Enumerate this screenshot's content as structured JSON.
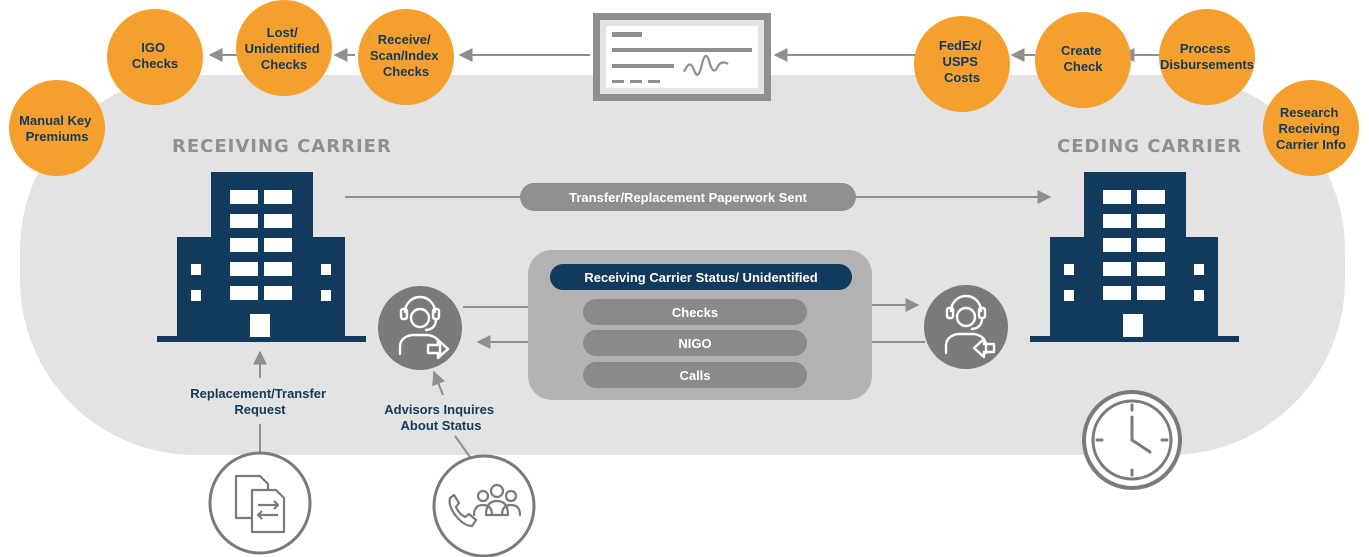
{
  "colors": {
    "orange": "#f5a02e",
    "navy": "#123a5c",
    "gray_panel": "#e3e3e3",
    "gray_mid": "#8f8f8f",
    "gray_dark": "#7a7a7a",
    "gray_status_panel": "#b3b3b3",
    "white": "#ffffff"
  },
  "receiving_side_steps": [
    {
      "lines": [
        "IGO",
        "Checks"
      ]
    },
    {
      "lines": [
        "Lost/",
        "Unidentified",
        "Checks"
      ]
    },
    {
      "lines": [
        "Receive/",
        "Scan/Index",
        "Checks"
      ]
    },
    {
      "lines": [
        "Manual Key",
        "Premiums"
      ]
    }
  ],
  "ceding_side_steps": [
    {
      "lines": [
        "FedEx/",
        "USPS",
        "Costs"
      ]
    },
    {
      "lines": [
        "Create",
        "Check"
      ]
    },
    {
      "lines": [
        "Process",
        "Disbursements"
      ]
    },
    {
      "lines": [
        "Research",
        "Receiving",
        "Carrier Info"
      ]
    }
  ],
  "receiving_carrier_title": "RECEIVING CARRIER",
  "ceding_carrier_title": "CEDING CARRIER",
  "paperwork_label": "Transfer/Replacement Paperwork Sent",
  "status_panel": {
    "header": "Receiving Carrier Status/ Unidentified",
    "items": [
      "Checks",
      "NIGO",
      "Calls"
    ]
  },
  "replacement_request_lines": [
    "Replacement/Transfer",
    "Request"
  ],
  "advisors_inquire_lines": [
    "Advisors Inquires",
    "About Status"
  ],
  "icons": {
    "check": "check-icon",
    "building": "office-building-icon",
    "headset_agent": "headset-agent-icon",
    "document_transfer": "document-transfer-icon",
    "phone_group": "phone-group-icon",
    "clock": "clock-icon"
  }
}
